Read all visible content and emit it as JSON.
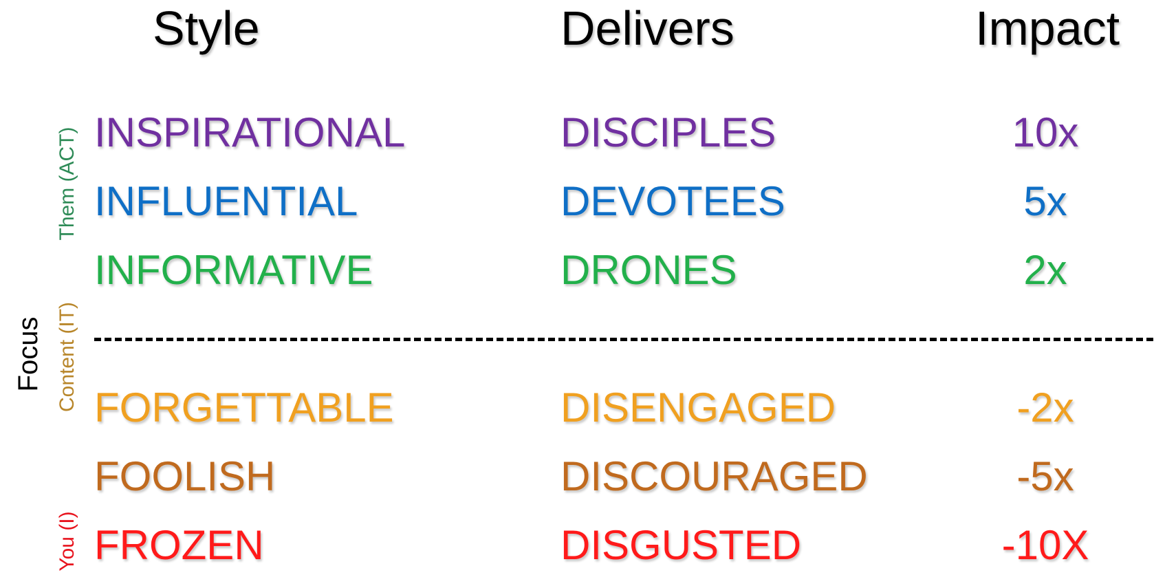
{
  "headers": {
    "style": "Style",
    "delivers": "Delivers",
    "impact": "Impact"
  },
  "side_labels": {
    "focus": "Focus",
    "them": "Them (ACT)",
    "content": "Content (IT)",
    "you": "You (I)"
  },
  "side_label_colors": {
    "them": "#2e8b57",
    "content": "#b8862a",
    "you": "#e8141e"
  },
  "rows": [
    {
      "style": "INSPIRATIONAL",
      "deliver": "DISCIPLES",
      "impact": "10x",
      "color": "#7030a0"
    },
    {
      "style": "INFLUENTIAL",
      "deliver": "DEVOTEES",
      "impact": "5x",
      "color": "#0f6fc6"
    },
    {
      "style": "INFORMATIVE",
      "deliver": "DRONES",
      "impact": "2x",
      "color": "#22b04b"
    },
    {
      "style": "FORGETTABLE",
      "deliver": "DISENGAGED",
      "impact": "-2x",
      "color": "#f0a020"
    },
    {
      "style": "FOOLISH",
      "deliver": "DISCOURAGED",
      "impact": "-5x",
      "color": "#c06a1e"
    },
    {
      "style": "FROZEN",
      "deliver": "DISGUSTED",
      "impact": "-10X",
      "color": "#ff1a1a"
    }
  ]
}
